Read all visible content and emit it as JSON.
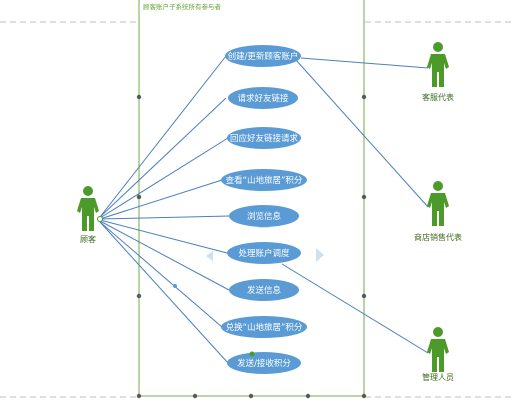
{
  "diagram": {
    "system_title": "顾客账户子系统所有参与者",
    "use_cases": [
      "创建/更新顾客账户",
      "请求好友链接",
      "回应好友链接请求",
      "查看“山地旅居”积分",
      "浏览信息",
      "处理账户调度",
      "发送信息",
      "兑换“山地旅居”积分",
      "发送/接收积分"
    ],
    "actors": [
      "顾客",
      "客服代表",
      "商店销售代表",
      "管理人员"
    ],
    "colors": {
      "use_case_fill": "#5b9bd5",
      "actor_fill": "#4c9a2a",
      "boundary": "#70ad47",
      "link": "#4a7fbf",
      "selection_handle": "#595959",
      "dashed_guide": "#bfbfbf"
    }
  }
}
